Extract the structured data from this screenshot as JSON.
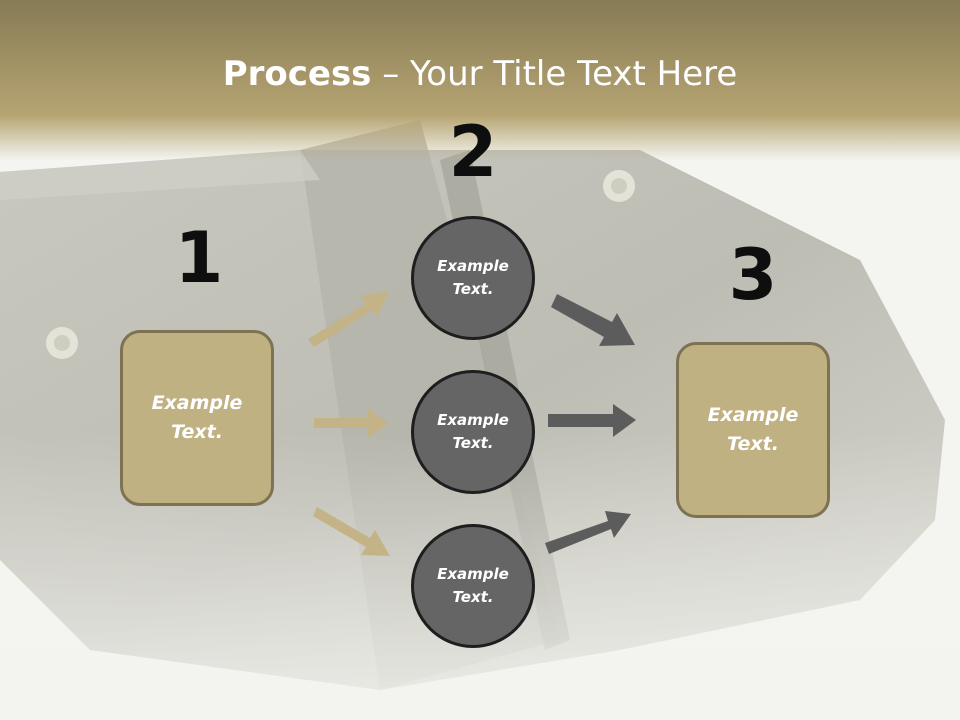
{
  "slide": {
    "title_bold": "Process",
    "title_rest": " – Your Title Text Here",
    "colors": {
      "header_band": "#b3a170",
      "box_fill": "#c0b182",
      "box_border": "#7d7353",
      "circle_fill": "#656566",
      "circle_border": "#1e1e1e",
      "arrow_tan": "#c3b386",
      "arrow_dark": "#5c5c5c"
    }
  },
  "steps": {
    "step1": {
      "number": "1",
      "text": "Example Text."
    },
    "step2": {
      "number": "2",
      "circles": [
        "Example Text.",
        "Example Text.",
        "Example Text."
      ]
    },
    "step3": {
      "number": "3",
      "text": "Example Text."
    }
  }
}
